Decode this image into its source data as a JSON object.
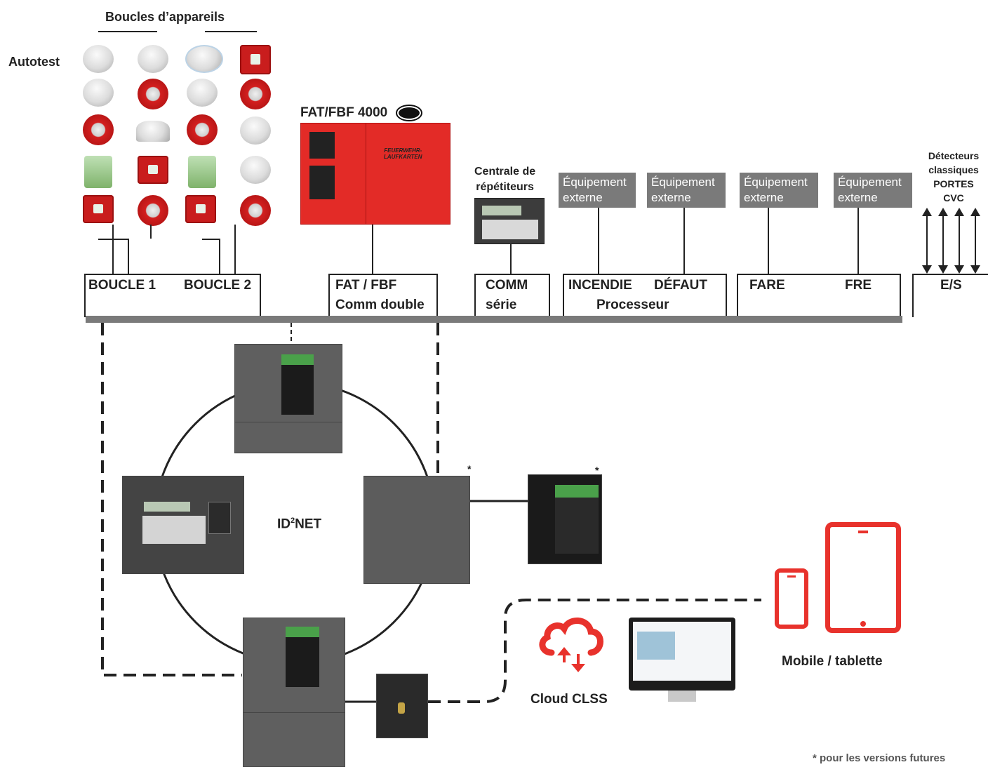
{
  "header": {
    "loops_title": "Boucles d’appareils",
    "autotest": "Autotest"
  },
  "fat": {
    "title": "FAT/FBF 4000",
    "panel_text_line1": "FEUERWEHR-",
    "panel_text_line2": "LAUFKARTEN"
  },
  "repeater": {
    "title_line1": "Centrale de",
    "title_line2": "répétiteurs"
  },
  "external": [
    {
      "line1": "Équipement",
      "line2": "externe"
    },
    {
      "line1": "Équipement",
      "line2": "externe"
    },
    {
      "line1": "Équipement",
      "line2": "externe"
    },
    {
      "line1": "Équipement",
      "line2": "externe"
    }
  ],
  "classic": {
    "line1": "Détecteurs",
    "line2": "classiques",
    "line3": "PORTES",
    "line4": "CVC"
  },
  "modules": {
    "boucle1": "BOUCLE 1",
    "boucle2": "BOUCLE 2",
    "fat_line1": "FAT / FBF",
    "fat_line2": "Comm double",
    "comm_line1": "COMM",
    "comm_line2": "série",
    "incendie": "INCENDIE",
    "defaut": "DÉFAUT",
    "processeur": "Processeur",
    "fare": "FARE",
    "fre": "FRE",
    "es": "E/S"
  },
  "network": {
    "id2net_prefix": "ID",
    "id2net_sup": "2",
    "id2net_suffix": "NET",
    "asterisk": "*"
  },
  "cloud": {
    "label": "Cloud CLSS"
  },
  "mobile": {
    "label": "Mobile / tablette"
  },
  "footnote": "* pour les versions futures",
  "colors": {
    "accent_red": "#e8322c",
    "bus_gray": "#7a7a7a",
    "external_box": "#7a7a7a"
  }
}
